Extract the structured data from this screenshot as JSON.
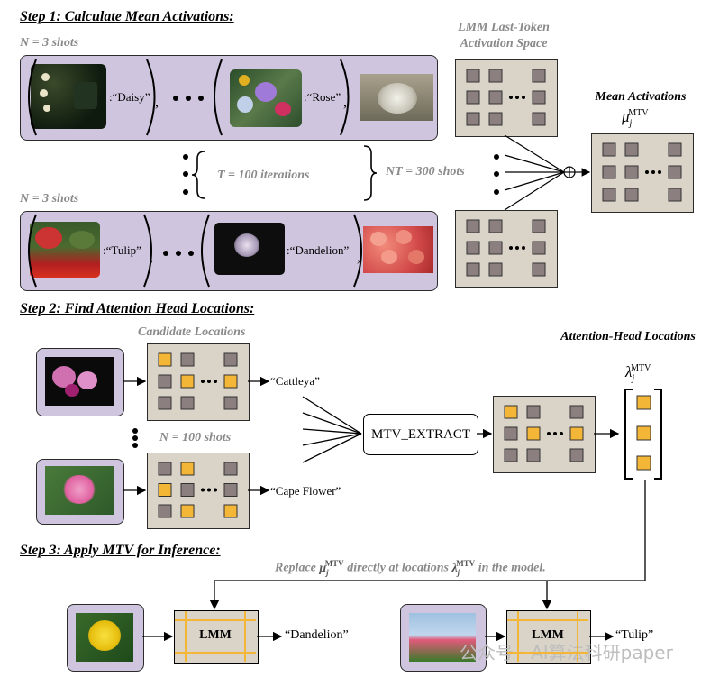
{
  "step1": {
    "title": "Step 1: Calculate Mean Activations:",
    "shots_label_top": "N = 3 shots",
    "shots_label_bottom": "N = 3 shots",
    "activation_space_title": "LMM Last-Token Activation Space",
    "iterations_label": "T = 100 iterations",
    "nt_label": "NT = 300 shots",
    "mean_activations_title": "Mean Activations",
    "mean_activations_symbol": "μ",
    "mean_activations_sub": "j",
    "mean_activations_sup": "MTV",
    "row1_labels": [
      ":“Daisy”",
      ":“Rose”"
    ],
    "row2_labels": [
      ":“Tulip”",
      ":“Dandelion”"
    ],
    "ellipsis": "• • •"
  },
  "step2": {
    "title": "Step 2: Find Attention Head Locations:",
    "candidate_title": "Candidate Locations",
    "shots_label": "N = 100 shots",
    "output_top": "“Cattleya”",
    "output_bottom": "“Cape Flower”",
    "extract_label": "MTV_EXTRACT",
    "locations_title": "Attention-Head Locations",
    "locations_symbol": "λ",
    "locations_sub": "j",
    "locations_sup": "MTV"
  },
  "step3": {
    "title": "Step 3: Apply MTV for Inference:",
    "replace_text_parts": [
      "Replace",
      "directly at locations",
      "in the model."
    ],
    "lmm_label": "LMM",
    "output_left": "“Dandelion”",
    "output_right": "“Tulip”"
  },
  "watermark": "公众号 · AI算法科研paper",
  "colors": {
    "lavender": "#cfc5de",
    "tan": "#d9d3c8",
    "gray_cell": "#8c7f80",
    "orange_cell": "#f3b637",
    "gray_text": "#8a8a8a"
  }
}
